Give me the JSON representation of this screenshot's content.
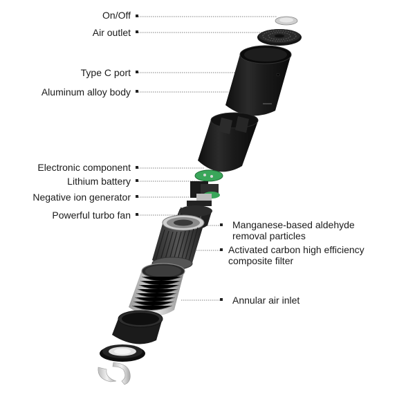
{
  "labels_left": [
    {
      "id": "on-off",
      "text": "On/Off"
    },
    {
      "id": "air-outlet",
      "text": "Air outlet"
    },
    {
      "id": "type-c-port",
      "text": "Type C port"
    },
    {
      "id": "aluminum-body",
      "text": "Aluminum alloy body"
    },
    {
      "id": "electronic-component",
      "text": "Electronic component"
    },
    {
      "id": "lithium-battery",
      "text": "Lithium battery"
    },
    {
      "id": "negative-ion-generator",
      "text": "Negative ion generator"
    },
    {
      "id": "turbo-fan",
      "text": "Powerful turbo fan"
    }
  ],
  "labels_right": [
    {
      "id": "manganese-particles",
      "text": "Manganese-based aldehyde removal particles"
    },
    {
      "id": "carbon-filter",
      "text": "Activated carbon high efficiency composite filter"
    },
    {
      "id": "annular-air-inlet",
      "text": "Annular air inlet"
    }
  ],
  "colors": {
    "part_dark": "#1c1c1c",
    "part_mid": "#3a3a3a",
    "filter_grey": "#8a8a8a",
    "board_green": "#3aa65a",
    "leader_line": "#555555"
  }
}
